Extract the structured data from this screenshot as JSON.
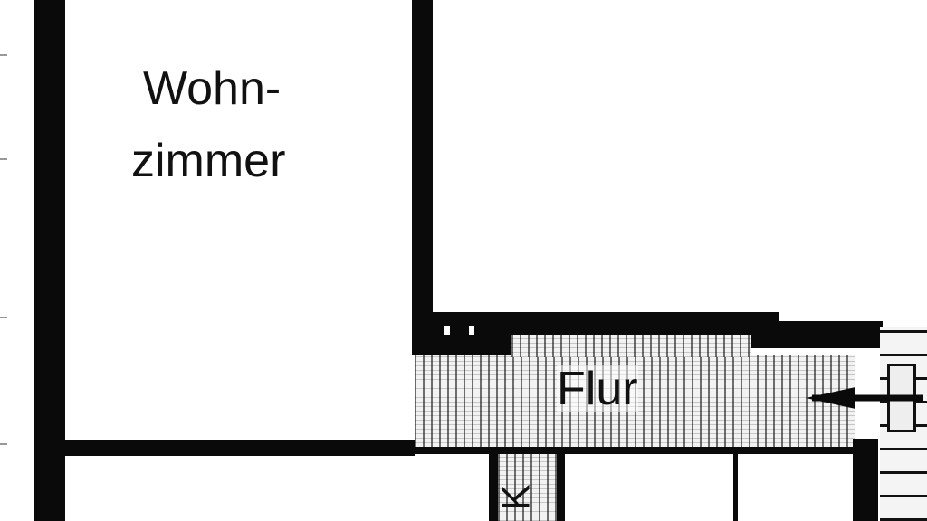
{
  "rooms": {
    "living_room_line1": "Wohn-",
    "living_room_line2": "zimmer",
    "hallway": "Flur",
    "small_room_fragment": "K"
  },
  "icons": [
    "entrance-arrow-icon",
    "stairs-icon"
  ]
}
